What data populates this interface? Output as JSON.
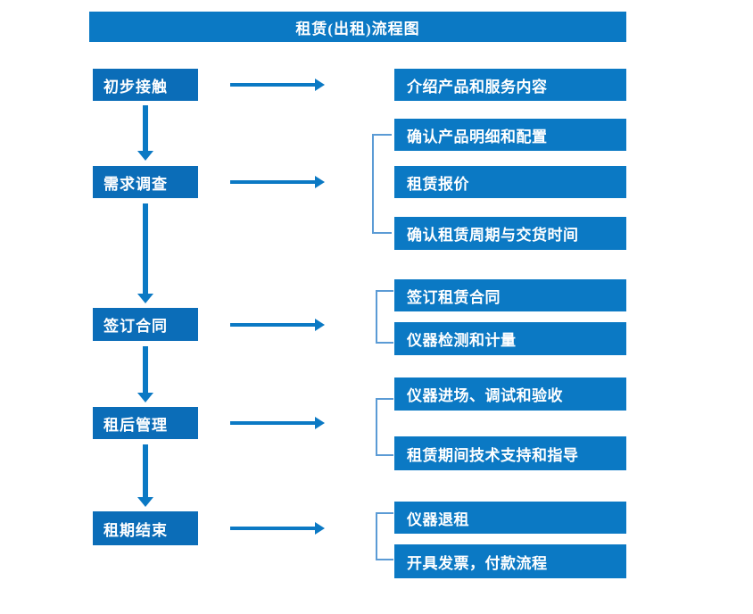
{
  "title": "租赁(出租)流程图",
  "colors": {
    "primary_blue": "#0B79C4",
    "stage_blue": "#0B6DB8",
    "bracket_blue": "#5B9BD5",
    "text_white": "#FFFFFF",
    "background": "#FFFFFF"
  },
  "stages": [
    {
      "label": "初步接触"
    },
    {
      "label": "需求调查"
    },
    {
      "label": "签订合同"
    },
    {
      "label": "租后管理"
    },
    {
      "label": "租期结束"
    }
  ],
  "groups": [
    {
      "for_stage": "初步接触",
      "has_bracket": false,
      "items": [
        {
          "label": "介绍产品和服务内容"
        }
      ]
    },
    {
      "for_stage": "需求调查",
      "has_bracket": true,
      "items": [
        {
          "label": "确认产品明细和配置"
        },
        {
          "label": "租赁报价"
        },
        {
          "label": "确认租赁周期与交货时间"
        }
      ]
    },
    {
      "for_stage": "签订合同",
      "has_bracket": true,
      "items": [
        {
          "label": "签订租赁合同"
        },
        {
          "label": "仪器检测和计量"
        }
      ]
    },
    {
      "for_stage": "租后管理",
      "has_bracket": true,
      "items": [
        {
          "label": "仪器进场、调试和验收"
        },
        {
          "label": "租赁期间技术支持和指导"
        }
      ]
    },
    {
      "for_stage": "租期结束",
      "has_bracket": true,
      "items": [
        {
          "label": "仪器退租"
        },
        {
          "label": "开具发票，付款流程"
        }
      ]
    }
  ],
  "connectors": {
    "horizontal_arrow_count": 5,
    "vertical_arrow_count": 4
  }
}
